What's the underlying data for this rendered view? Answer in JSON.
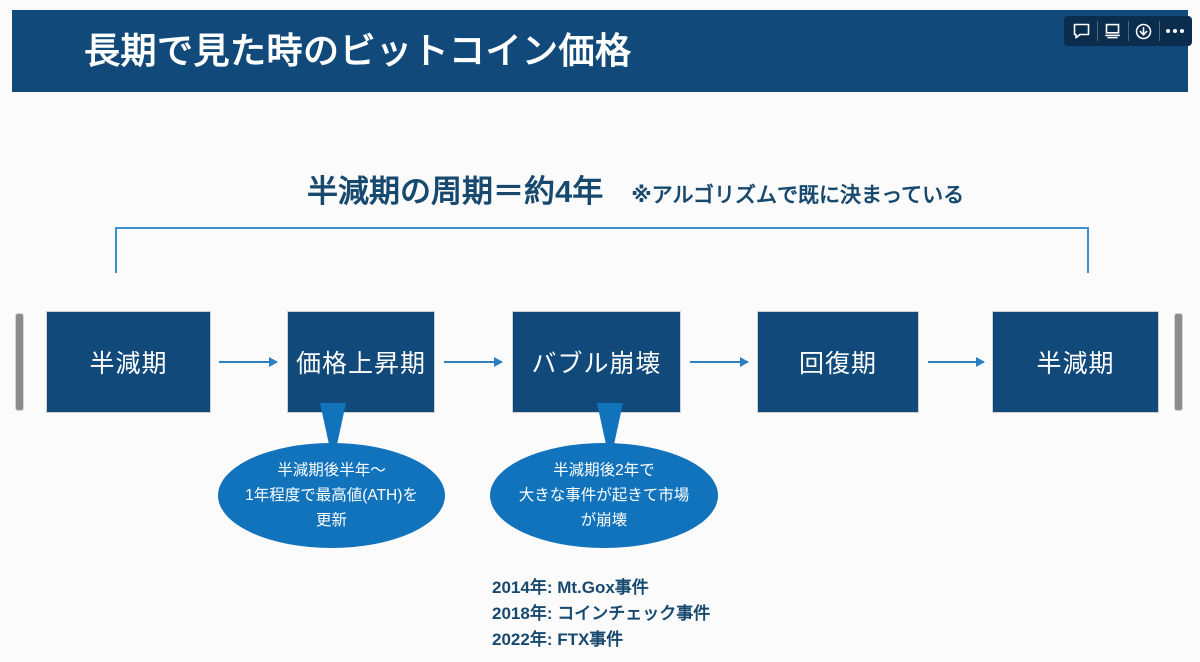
{
  "slide": {
    "header": {
      "title": "長期で見た時のビットコイン価格",
      "bg_color": "#10497a"
    },
    "toolbar": {
      "icons": [
        {
          "name": "comment-icon",
          "label": "コメント"
        },
        {
          "name": "present-icon",
          "label": "プレゼンテーション"
        },
        {
          "name": "download-icon",
          "label": "ダウンロード"
        },
        {
          "name": "more-options-icon",
          "label": "その他"
        }
      ]
    },
    "subheading": {
      "main": "半減期の周期＝約4年",
      "note": "※アルゴリズムで既に決まっている",
      "color": "#17496f"
    },
    "flow": {
      "box_color": "#10497a",
      "arrow_color": "#2e7fc2",
      "stages": [
        {
          "label": "半減期"
        },
        {
          "label": "価格上昇期"
        },
        {
          "label": "バブル崩壊"
        },
        {
          "label": "回復期"
        },
        {
          "label": "半減期"
        }
      ]
    },
    "callouts": [
      {
        "name": "callout-price-rise",
        "color": "#1273bd",
        "lines": [
          "半減期後半年〜",
          "1年程度で最高値(ATH)を",
          "更新"
        ]
      },
      {
        "name": "callout-bubble-burst",
        "color": "#1273bd",
        "lines": [
          "半減期後2年で",
          "大きな事件が起きて市場",
          "が崩壊"
        ]
      }
    ],
    "events": [
      "2014年: Mt.Gox事件",
      "2018年: コインチェック事件",
      "2022年: FTX事件"
    ]
  }
}
